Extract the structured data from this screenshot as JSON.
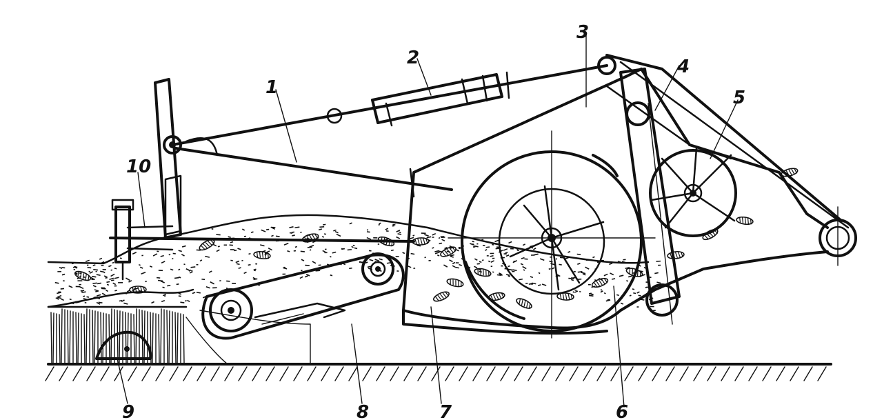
{
  "diagram": {
    "callouts": [
      {
        "id": "1",
        "label": "1"
      },
      {
        "id": "2",
        "label": "2"
      },
      {
        "id": "3",
        "label": "3"
      },
      {
        "id": "4",
        "label": "4"
      },
      {
        "id": "5",
        "label": "5"
      },
      {
        "id": "6",
        "label": "6"
      },
      {
        "id": "7",
        "label": "7"
      },
      {
        "id": "8",
        "label": "8"
      },
      {
        "id": "9",
        "label": "9"
      },
      {
        "id": "10",
        "label": "10"
      }
    ]
  },
  "colors": {
    "ink": "#111111",
    "paper": "#ffffff"
  }
}
